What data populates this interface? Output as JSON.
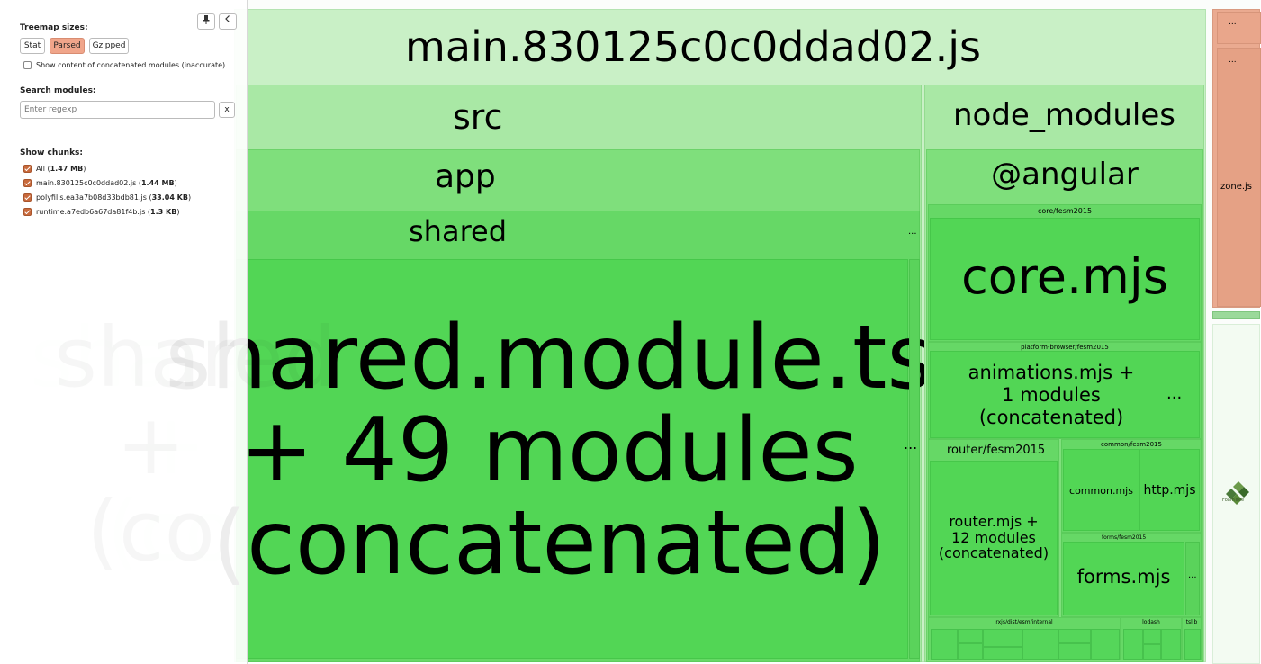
{
  "sidebar": {
    "treemap_sizes_title": "Treemap sizes:",
    "size_buttons": [
      "Stat",
      "Parsed",
      "Gzipped"
    ],
    "active_size": "Parsed",
    "concat_label": "Show content of concatenated modules (inaccurate)",
    "search_title": "Search modules:",
    "search_placeholder": "Enter regexp",
    "clear_button": "x",
    "pin_icon": "pin-icon",
    "collapse_icon": "chevron-left-icon",
    "chunks_title": "Show chunks:",
    "chunks": [
      {
        "name": "All",
        "size": "1.47 MB"
      },
      {
        "name": "main.830125c0c0ddad02.js",
        "size": "1.44 MB"
      },
      {
        "name": "polyfills.ea3a7b08d33bdb81.js",
        "size": "33.04 KB"
      },
      {
        "name": "runtime.a7edb6a67da81f4b.js",
        "size": "1.3 KB"
      }
    ]
  },
  "treemap": {
    "main": "main.830125c0c0ddad02.js",
    "src": "src",
    "app": "app",
    "shared": "shared",
    "shared_module": [
      "shared.module.ts",
      "+ 49 modules",
      "(concatenated)"
    ],
    "ghost_text": [
      "shared",
      "+",
      "(co"
    ],
    "node_modules": "node_modules",
    "angular": "@angular",
    "core_path": "core/fesm2015",
    "core": "core.mjs",
    "platform_path": "platform-browser/fesm2015",
    "animations": [
      "animations.mjs +",
      "1 modules",
      "(concatenated)"
    ],
    "router_path": "router/fesm2015",
    "router": [
      "router.mjs +",
      "12 modules",
      "(concatenated)"
    ],
    "common_path": "common/fesm2015",
    "common": "common.mjs",
    "http": "http.mjs",
    "forms_path": "forms/fesm2015",
    "forms": "forms.mjs",
    "rxjs_path": "rxjs/dist/esm/internal",
    "lodash": "lodash",
    "tslib": "tslib",
    "zone": "zone.js",
    "ellipsis": "...",
    "foamtree_logo": "FoamTree"
  },
  "colors": {
    "main_bg": "#c9f0c6",
    "src_bg": "#a9e8a5",
    "app_bg": "#7fdf7c",
    "shared_bg": "#66d866",
    "leaf": "#52d655",
    "polyfills": "#eaaa90"
  }
}
